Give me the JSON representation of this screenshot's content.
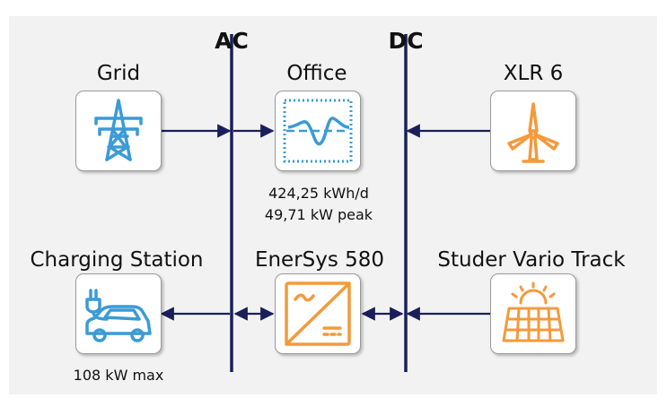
{
  "buses": {
    "ac": "AC",
    "dc": "DC"
  },
  "components": {
    "grid": {
      "label": "Grid",
      "icon": "power-tower-icon"
    },
    "office": {
      "label": "Office",
      "icon": "load-curve-icon",
      "notes": [
        "424,25 kWh/d",
        "49,71 kW peak"
      ]
    },
    "xlr6": {
      "label": "XLR 6",
      "icon": "wind-turbine-icon"
    },
    "charging_station": {
      "label": "Charging Station",
      "icon": "ev-charger-car-icon",
      "notes": [
        "108 kW max"
      ]
    },
    "enersys": {
      "label": "EnerSys 580",
      "icon": "converter-icon"
    },
    "studer": {
      "label": "Studer Vario Track",
      "icon": "solar-panel-icon"
    }
  },
  "colors": {
    "bus": "#1a1f5a",
    "wire": "#1a1f5a",
    "blue_icon": "#3a9bd6",
    "orange_icon": "#f39a3c"
  }
}
